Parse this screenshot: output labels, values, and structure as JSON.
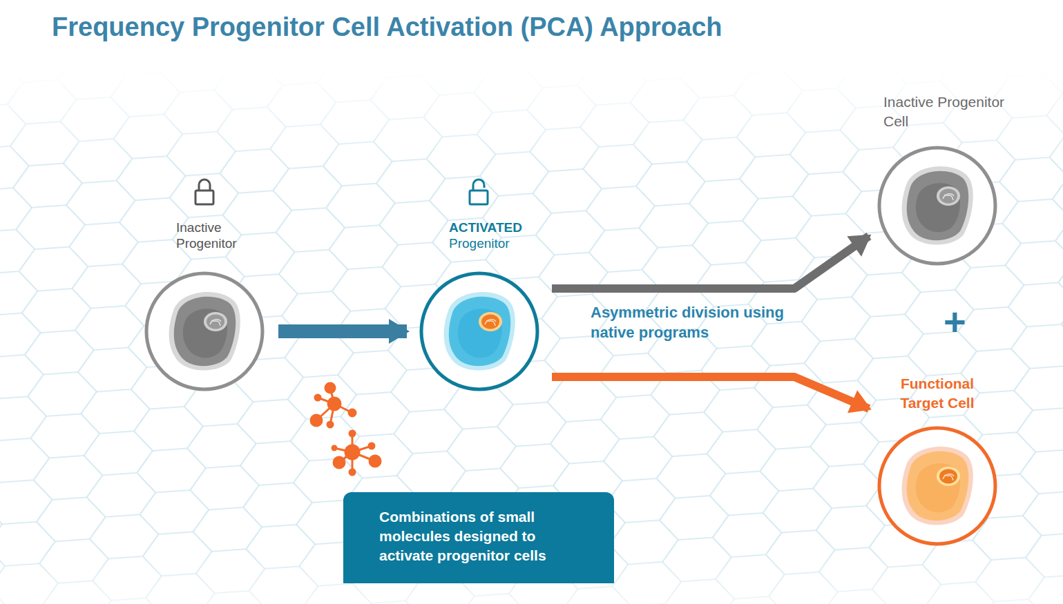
{
  "diagram": {
    "title": "Frequency Progenitor Cell Activation (PCA) Approach",
    "nodes": [
      {
        "text": [
          "Inactive Progenitor"
        ]
      },
      {
        "text": [
          "ACTIVATED",
          "Progenitor"
        ]
      },
      {
        "text": [
          "Inactive Progenitor Cell"
        ]
      },
      {
        "text": [
          "Functional Target Cell"
        ]
      },
      {
        "text": [
          "Combinations of small molecules designed to activate progenitor cells"
        ]
      }
    ],
    "edges": [
      {
        "from": 0,
        "to": 1,
        "arrow": "to"
      },
      {
        "from": 1,
        "to": 2,
        "arrow": "to"
      },
      {
        "from": 1,
        "to": 3,
        "arrow": "to"
      }
    ],
    "labels": [
      "Asymmetric division using native programs",
      "+"
    ]
  }
}
